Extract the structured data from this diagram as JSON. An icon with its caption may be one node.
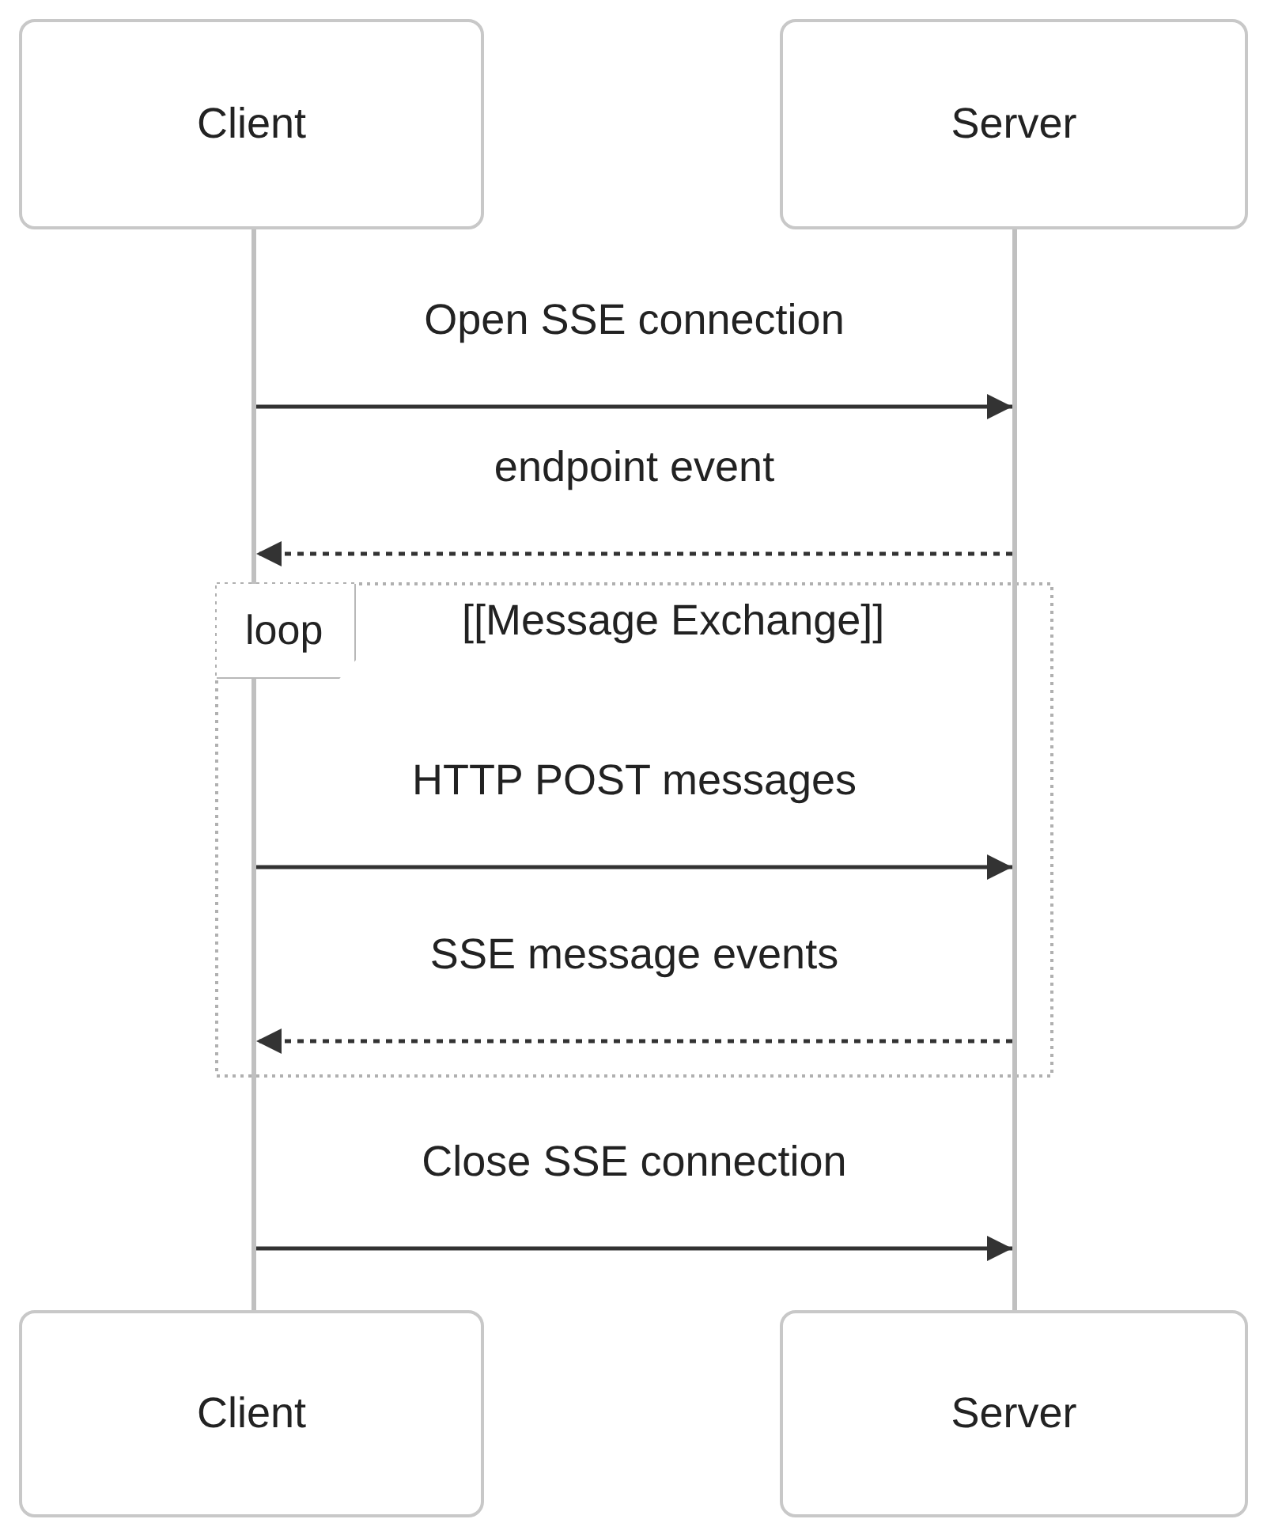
{
  "diagram": {
    "nodes": [
      {
        "text": [
          "Client"
        ]
      },
      {
        "text": [
          "Server"
        ]
      },
      {
        "text": [],
        "shape": "line"
      },
      {
        "text": [],
        "shape": "line"
      },
      {
        "text": [
          "Client"
        ]
      },
      {
        "text": [
          "Server"
        ]
      }
    ],
    "edges": [
      {
        "from": 2,
        "to": 3,
        "arrow": "to",
        "label": "Open SSE connection"
      },
      {
        "from": 3,
        "to": 2,
        "arrow": "to",
        "label": "endpoint event",
        "style": "dashed"
      },
      {
        "from": 2,
        "to": 3,
        "arrow": "to",
        "label": "HTTP POST messages"
      },
      {
        "from": 3,
        "to": 2,
        "arrow": "to",
        "label": "SSE message events",
        "style": "dashed"
      },
      {
        "from": 2,
        "to": 3,
        "arrow": "to",
        "label": "Close SSE connection"
      }
    ],
    "labels": [
      "loop",
      "[[Message Exchange]]"
    ]
  }
}
